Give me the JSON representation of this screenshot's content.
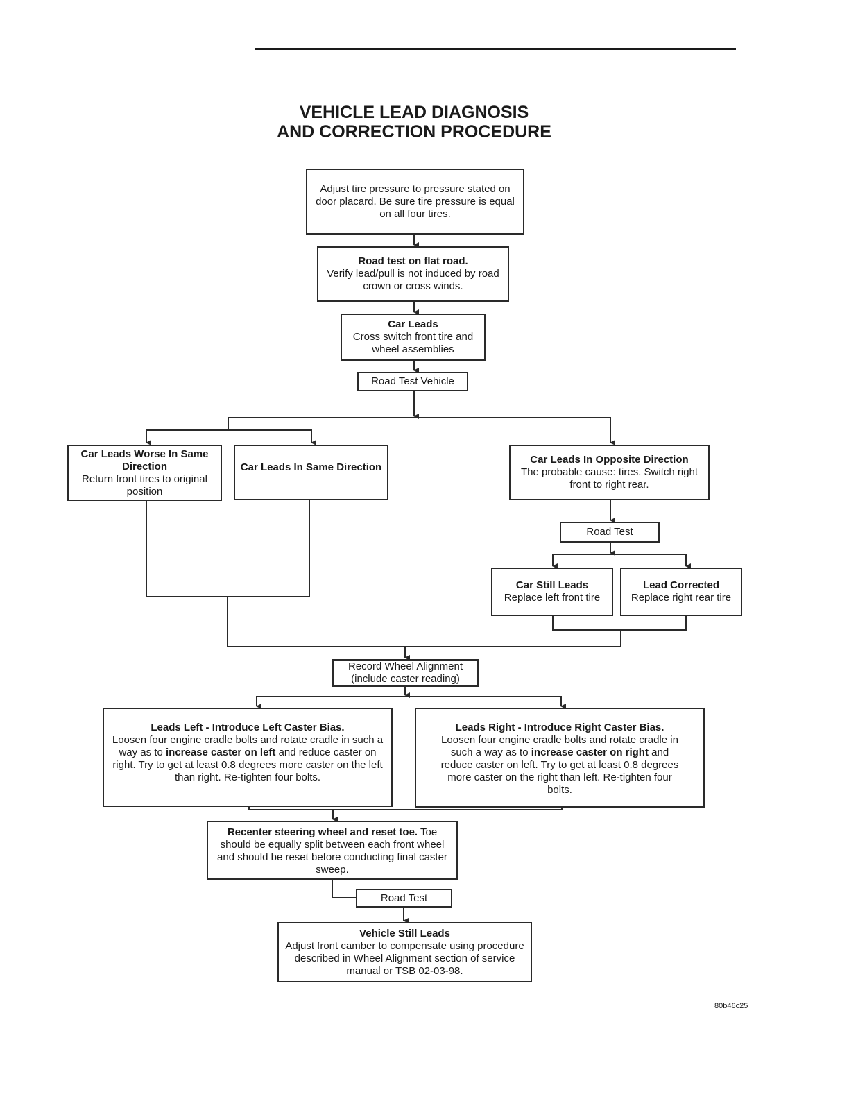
{
  "header": {
    "title_line1": "VEHICLE LEAD DIAGNOSIS",
    "title_line2": "AND CORRECTION PROCEDURE"
  },
  "steps": {
    "adjust_pressure": "Adjust tire pressure to pressure stated on door placard. Be sure tire pressure is equal on all four tires.",
    "road_test_flat_title": "Road test on flat road.",
    "road_test_flat_text": "Verify lead/pull is not induced by road crown or cross winds.",
    "car_leads_title": "Car Leads",
    "car_leads_text": "Cross switch front tire and wheel assemblies",
    "road_test_vehicle": "Road Test Vehicle",
    "worse_same_title": "Car Leads Worse In Same Direction",
    "worse_same_text": "Return front tires to original position",
    "same_direction_title": "Car Leads In Same Direction",
    "opposite_title": "Car Leads In Opposite Direction",
    "opposite_text": "The probable cause: tires. Switch right front to right rear.",
    "road_test_1": "Road Test",
    "still_leads_title": "Car Still Leads",
    "still_leads_text": "Replace left front tire",
    "corrected_title": "Lead Corrected",
    "corrected_text": "Replace right rear tire",
    "record_line1": "Record Wheel Alignment",
    "record_line2": "(include caster reading)",
    "leads_left_title": "Leads Left - Introduce Left Caster Bias.",
    "leads_left_text_a": "Loosen four engine cradle bolts and rotate cradle in such a way as to ",
    "leads_left_bold": "increase caster on left",
    "leads_left_text_b": " and reduce caster on right. Try to get at least 0.8 degrees more caster on the left than right. Re-tighten four bolts.",
    "leads_right_title": "Leads Right - Introduce Right Caster Bias.",
    "leads_right_text_a": "Loosen four engine cradle bolts and rotate cradle in such a way as to ",
    "leads_right_bold": "increase caster on right",
    "leads_right_text_b": " and reduce caster on left. Try to get at least 0.8 degrees more caster on the right than left. Re-tighten four bolts.",
    "recenter_bold": "Recenter steering wheel and reset toe.",
    "recenter_text": " Toe should be equally split between each front wheel and should be reset before conducting final caster sweep.",
    "road_test_2": "Road Test",
    "vehicle_still_title": "Vehicle Still Leads",
    "vehicle_still_text": "Adjust front camber to compensate using procedure described in Wheel Alignment section of service manual or TSB 02-03-98."
  },
  "figure_code": "80b46c25"
}
